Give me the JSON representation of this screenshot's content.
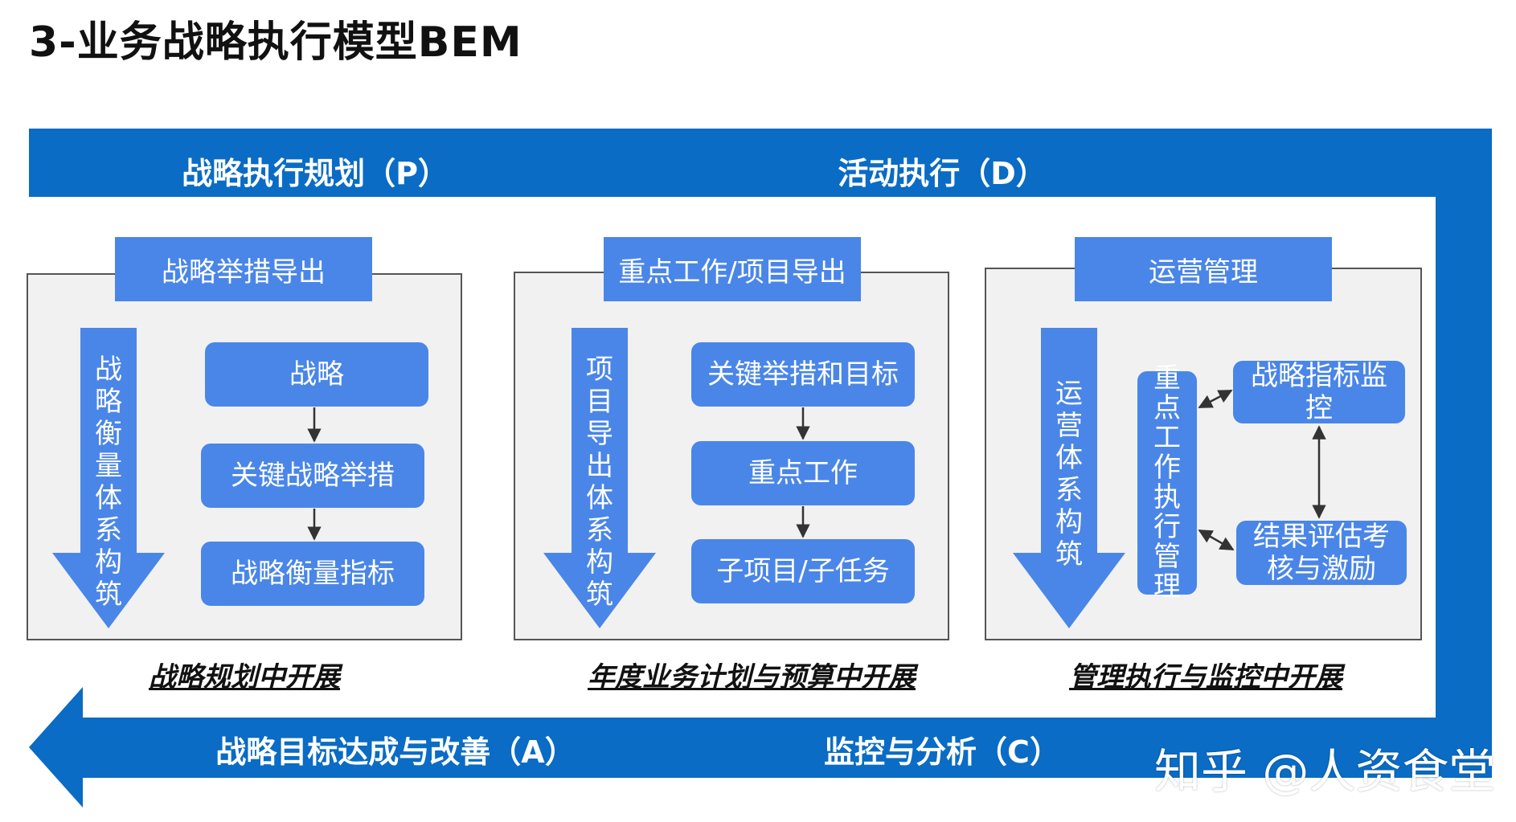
{
  "title": "3-业务战略执行模型BEM",
  "bands": {
    "plan": "战略执行规划（P）",
    "do": "活动执行（D）",
    "act": "战略目标达成与改善（A）",
    "check": "监控与分析（C）"
  },
  "panels": [
    {
      "header": "战略举措导出",
      "arrow_text": "战略衡量体系构筑",
      "boxes": [
        "战略",
        "关键战略举措",
        "战略衡量指标"
      ],
      "caption": "战略规划中开展"
    },
    {
      "header": "重点工作/项目导出",
      "arrow_text": "项目导出体系构筑",
      "boxes": [
        "关键举措和目标",
        "重点工作",
        "子项目/子任务"
      ],
      "caption": "年度业务计划与预算中开展"
    },
    {
      "header": "运营管理",
      "arrow_text": "运营体系构筑",
      "center_box": "重点工作执行管理",
      "boxes": [
        "战略指标监控",
        "结果评估考核与激励"
      ],
      "caption": "管理执行与监控中开展"
    }
  ],
  "watermark": "知乎 @人资食堂",
  "colors": {
    "band_blue": "#0a6cc4",
    "box_blue": "#4a86e8",
    "panel_bg": "#f1f1f1"
  }
}
